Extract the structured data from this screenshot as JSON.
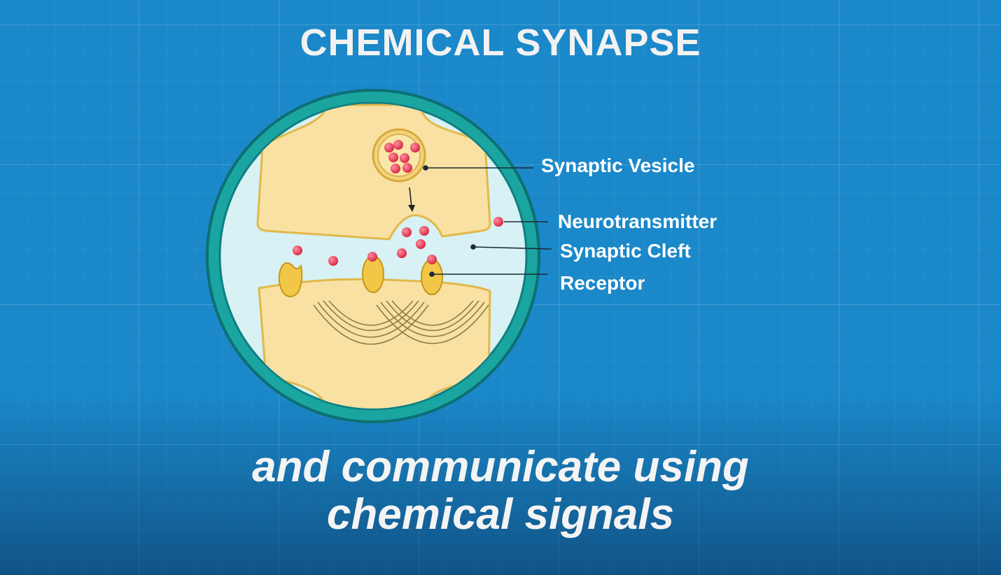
{
  "title": "CHEMICAL SYNAPSE",
  "labels": {
    "synaptic_vesicle": "Synaptic Vesicle",
    "neurotransmitter": "Neurotransmitter",
    "synaptic_cleft": "Synaptic Cleft",
    "receptor": "Receptor"
  },
  "caption": {
    "line1": "and communicate using",
    "line2": "chemical signals"
  },
  "colors": {
    "background": "#1a88c9",
    "ring": "#1aa5a0",
    "cleft_fluid": "#d7f1f4",
    "neuron": "#f8e1a3",
    "neuron_outline": "#e2b84a",
    "neurotransmitter": "#e63a55",
    "receptor": "#f2c747"
  }
}
